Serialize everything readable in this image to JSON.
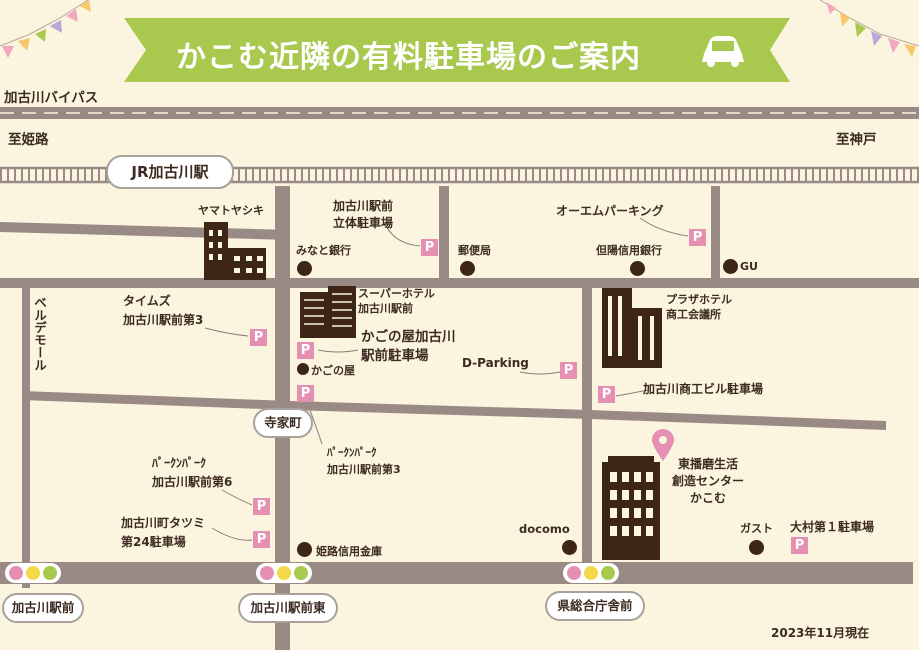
{
  "title": "かこむ近隣の有料駐車場のご案内",
  "roads": {
    "bypass": "加古川バイパス",
    "to_himeji": "至姫路",
    "to_kobe": "至神戸"
  },
  "station": "JR加古川駅",
  "street_labels": {
    "belle_mall": "ベルデモール",
    "terakemachi": "寺家町"
  },
  "parkings": [
    {
      "name": "加古川駅前\n立体駐車場"
    },
    {
      "name": "オーエムパーキング"
    },
    {
      "name": "タイムズ\n加古川駅前第3"
    },
    {
      "name": "かごの屋加古川\n駅前駐車場"
    },
    {
      "name": "D-Parking"
    },
    {
      "name": "加古川商工ビル駐車場"
    },
    {
      "name": "ﾊﾟｰｸﾝﾊﾟｰｸ\n加古川駅前第3"
    },
    {
      "name": "ﾊﾟｰｸﾝﾊﾟｰｸ\n加古川駅前第6"
    },
    {
      "name": "加古川町タツミ\n第24駐車場"
    },
    {
      "name": "大村第１駐車場"
    }
  ],
  "parking_marker": "P",
  "landmarks": {
    "yamato": "ヤマトヤシキ",
    "minato": "みなと銀行",
    "yubin": "郵便局",
    "tajima": "但陽信用銀行",
    "gu": "GU",
    "super_hotel": "スーパーホテル\n加古川駅前",
    "plaza_hotel": "プラザホテル\n商工会議所",
    "kagonoya": "かごの屋",
    "docomo": "docomo",
    "gusto": "ガスト",
    "himeji_shinkin": "姫路信用金庫",
    "kakomu": "東播磨生活\n創造センター\nかこむ"
  },
  "intersections": {
    "ekimae": "加古川駅前",
    "ekimae_higashi": "加古川駅前東",
    "kensogo": "県総合庁舎前"
  },
  "date_note": "2023年11月現在",
  "colors": {
    "background": "#fbf5df",
    "banner": "#a8c84e",
    "road": "#9a8a85",
    "parking": "#e58fb3",
    "building": "#3d2616",
    "map_pin": "#e58fb3"
  }
}
